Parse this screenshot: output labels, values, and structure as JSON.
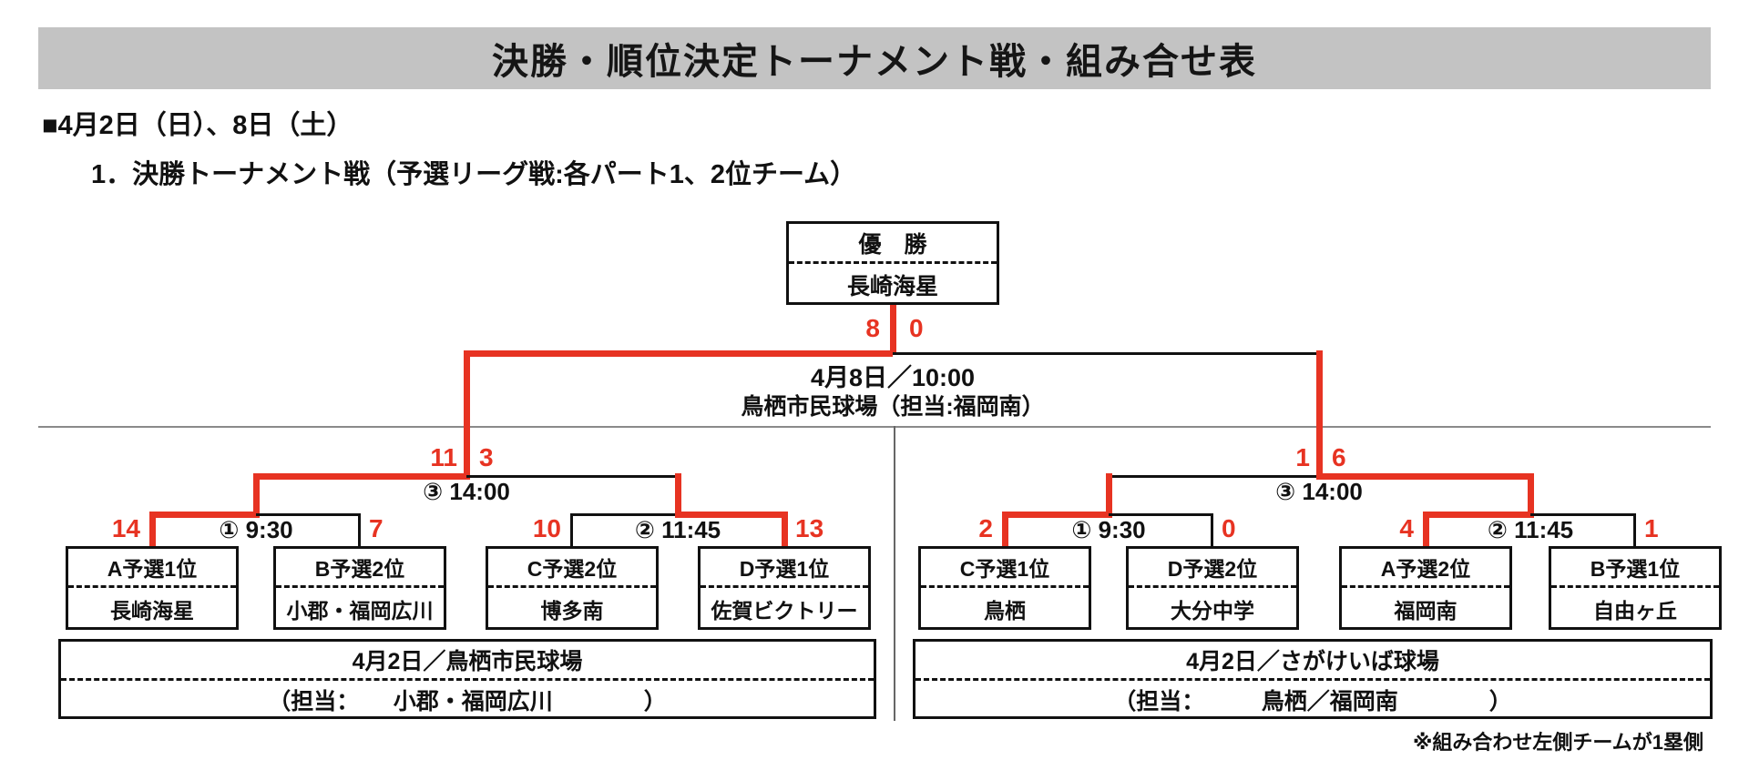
{
  "page": {
    "title": "決勝・順位決定トーナメント戦・組み合せ表",
    "date_heading": "■4月2日（日）、8日（土）",
    "subheading": "1．決勝トーナメント戦（予選リーグ戦:各パート1、2位チーム）",
    "note": "※組み合わせ左側チームが1塁側"
  },
  "champion": {
    "label": "優　勝",
    "team": "長崎海星"
  },
  "final": {
    "score_left": "8",
    "score_right": "0",
    "datetime": "4月8日／10:00",
    "venue": "鳥栖市民球場（担当:福岡南）"
  },
  "semifinal_left": {
    "score_left": "11",
    "score_right": "3",
    "label": "③ 14:00"
  },
  "semifinal_right": {
    "score_left": "1",
    "score_right": "6",
    "label": "③ 14:00"
  },
  "qf_left1": {
    "score_left": "14",
    "score_right": "7",
    "label": "① 9:30"
  },
  "qf_left2": {
    "score_left": "10",
    "score_right": "13",
    "label": "② 11:45"
  },
  "qf_right1": {
    "score_left": "2",
    "score_right": "0",
    "label": "① 9:30"
  },
  "qf_right2": {
    "score_left": "4",
    "score_right": "1",
    "label": "② 11:45"
  },
  "teams": {
    "l1": {
      "seed": "A予選1位",
      "name": "長崎海星"
    },
    "l2": {
      "seed": "B予選2位",
      "name": "小郡・福岡広川"
    },
    "l3": {
      "seed": "C予選2位",
      "name": "博多南"
    },
    "l4": {
      "seed": "D予選1位",
      "name": "佐賀ビクトリー"
    },
    "r1": {
      "seed": "C予選1位",
      "name": "鳥栖"
    },
    "r2": {
      "seed": "D予選2位",
      "name": "大分中学"
    },
    "r3": {
      "seed": "A予選2位",
      "name": "福岡南"
    },
    "r4": {
      "seed": "B予選1位",
      "name": "自由ヶ丘"
    }
  },
  "venue_left": {
    "title": "4月2日／鳥栖市民球場",
    "staff": "（担当：　　小郡・福岡広川　　　　）"
  },
  "venue_right": {
    "title": "4月2日／さがけいば球場",
    "staff": "（担当：　　　鳥栖／福岡南　　　　）"
  },
  "colors": {
    "accent_red": "#e73322",
    "title_bg": "#c3c3c3",
    "line_black": "#111111",
    "divider_gray": "#8a8a8a"
  }
}
